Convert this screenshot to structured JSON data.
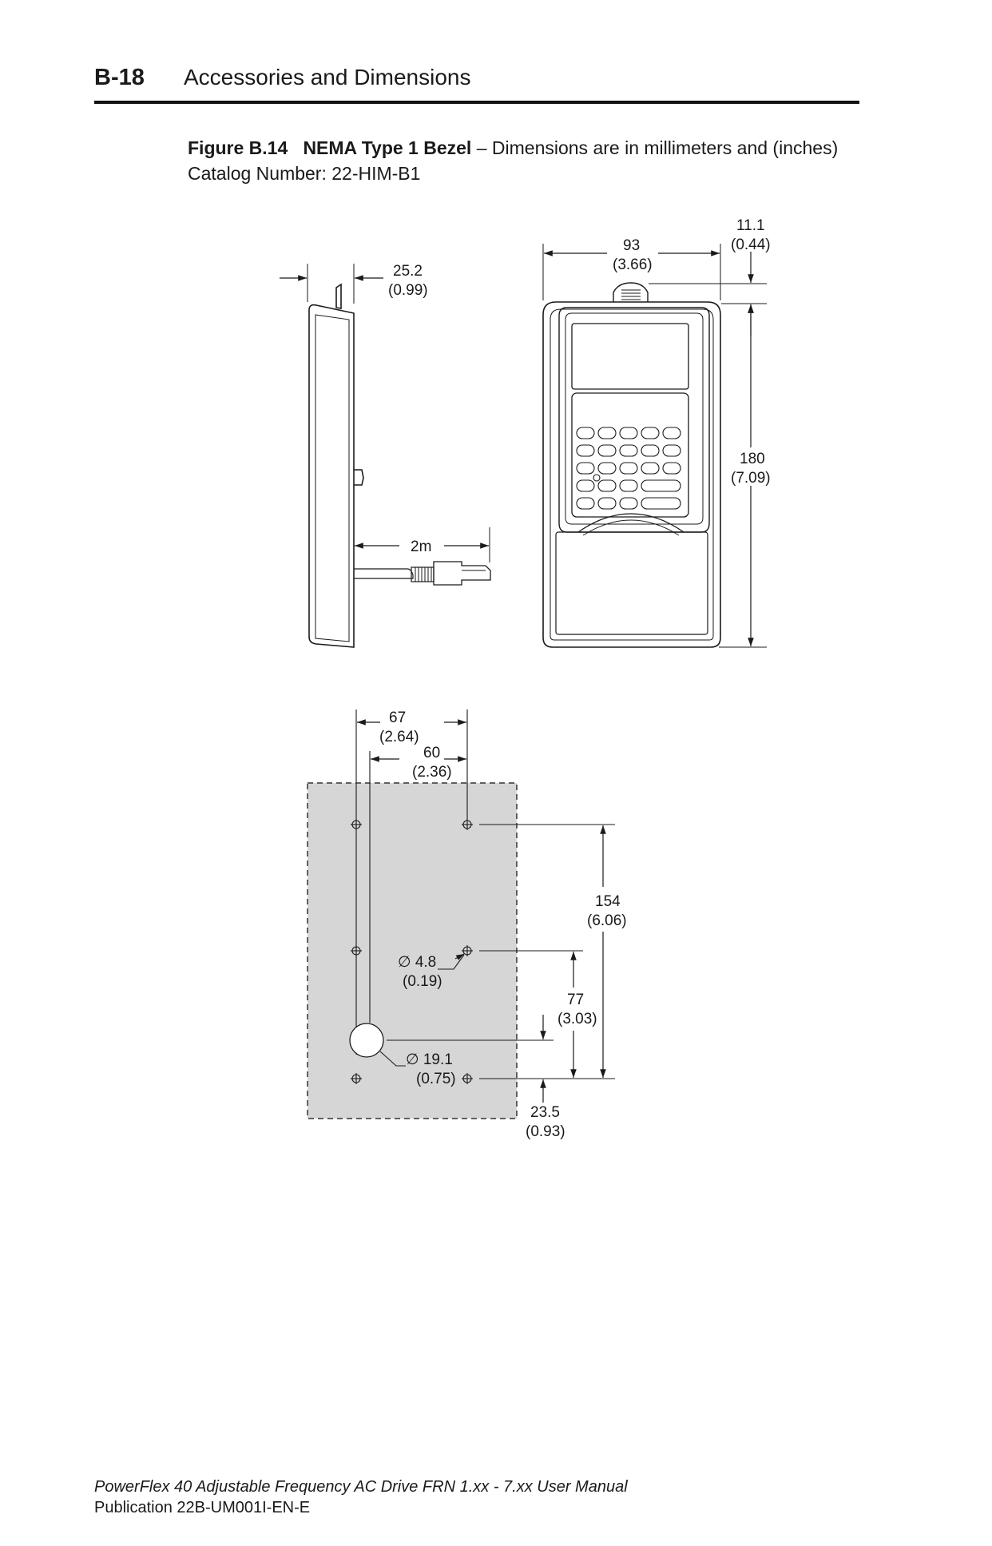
{
  "header": {
    "page_number": "B-18",
    "section_title": "Accessories and Dimensions"
  },
  "figure": {
    "number": "Figure B.14",
    "name": "NEMA Type 1 Bezel",
    "dash": " – ",
    "caption": "Dimensions are in millimeters and (inches)",
    "catalog": "Catalog Number: 22-HIM-B1"
  },
  "side_view": {
    "depth_mm": "25.2",
    "depth_in": "(0.99)",
    "cable_length": "2m"
  },
  "front_view": {
    "width_mm": "93",
    "width_in": "(3.66)",
    "top_offset_mm": "11.1",
    "top_offset_in": "(0.44)",
    "height_mm": "180",
    "height_in": "(7.09)"
  },
  "cutout": {
    "outer_span_mm": "67",
    "outer_span_in": "(2.64)",
    "inner_span_mm": "60",
    "inner_span_in": "(2.36)",
    "vertical_span_mm": "154",
    "vertical_span_in": "(6.06)",
    "hole_dia_mm": "∅ 4.8",
    "hole_dia_in": "(0.19)",
    "mid_span_mm": "77",
    "mid_span_in": "(3.03)",
    "large_hole_mm": "∅ 19.1",
    "large_hole_in": "(0.75)",
    "bottom_offset_mm": "23.5",
    "bottom_offset_in": "(0.93)"
  },
  "footer": {
    "manual": "PowerFlex 40 Adjustable Frequency AC Drive FRN 1.xx - 7.xx User Manual",
    "publication": "Publication 22B-UM001I-EN-E"
  }
}
